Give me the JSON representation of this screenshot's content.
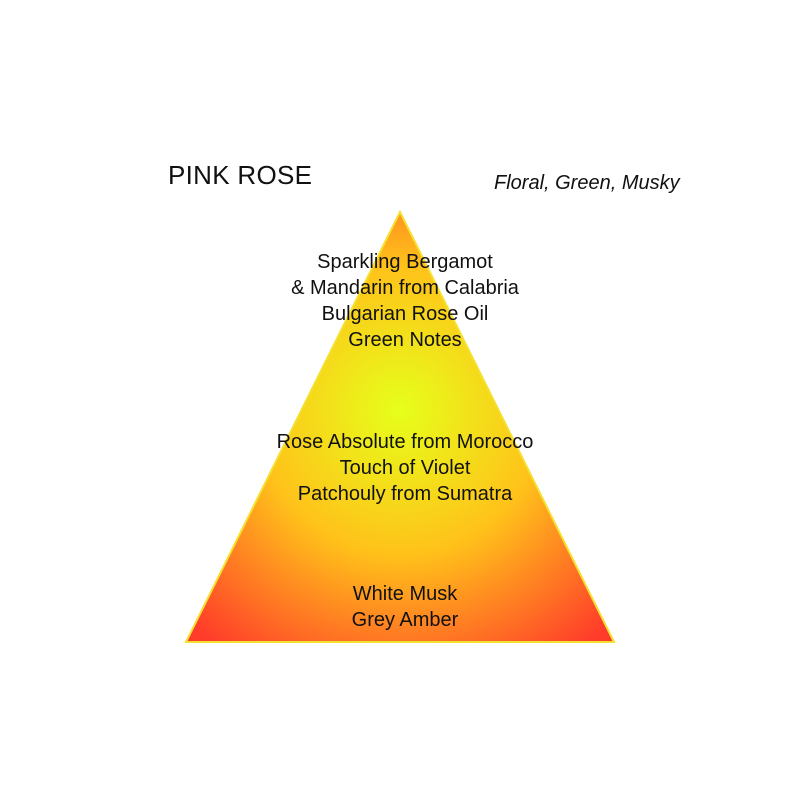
{
  "title": "PINK ROSE",
  "subtitle": "Floral, Green, Musky",
  "colors": {
    "gradient_center": "#e6ff1a",
    "gradient_mid": "#ffc21a",
    "gradient_edge": "#ff3b2a",
    "outline": "#f3e030"
  },
  "notes": {
    "top": [
      "Sparkling Bergamot",
      "& Mandarin from Calabria",
      "Bulgarian Rose Oil",
      "Green Notes"
    ],
    "heart": [
      "Rose Absolute from Morocco",
      "Touch of Violet",
      "Patchouly from Sumatra"
    ],
    "base": [
      "White Musk",
      "Grey Amber"
    ]
  }
}
